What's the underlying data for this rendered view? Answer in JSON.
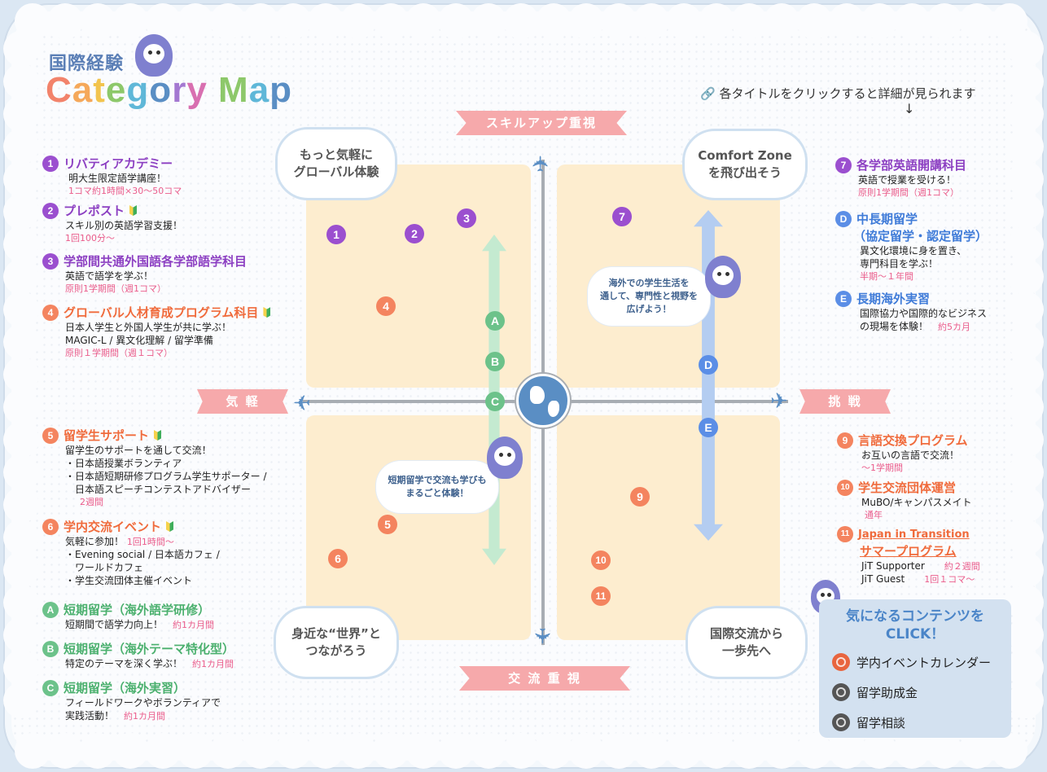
{
  "header": {
    "title_top": "国際経験",
    "title_letters": [
      "C",
      "a",
      "t",
      "e",
      "g",
      "o",
      "r",
      "y",
      " ",
      "M",
      "a",
      "p"
    ],
    "title_colors": [
      "#f2836b",
      "#f5a85a",
      "#f2c44e",
      "#8dc86a",
      "#5fb7d8",
      "#5a8ec4",
      "#a478d1",
      "#d86fb0",
      "#ffffff",
      "#8dc86a",
      "#5fb7d8",
      "#5a8ec4"
    ],
    "hint": "各タイトルをクリックすると詳細が見られます",
    "hint_arrow": "↓",
    "link_icon": "🔗"
  },
  "axes": {
    "top": "スキルアップ重視",
    "bottom": "交 流 重 視",
    "left": "気 軽",
    "right": "挑 戦"
  },
  "clouds": {
    "top_left": [
      "もっと気軽に",
      "グローバル体験"
    ],
    "top_right": [
      "Comfort Zone",
      "を飛び出そう"
    ],
    "bottom_left": [
      "身近な“世界”と",
      "つながろう"
    ],
    "bottom_right": [
      "国際交流から",
      "一歩先へ"
    ]
  },
  "bubbles": {
    "upper": [
      "海外での学生生活を",
      "通して、専門性と視野を",
      "広げよう！"
    ],
    "lower": [
      "短期留学で交流も学びも",
      "まるごと体験！"
    ]
  },
  "markers": {
    "m1": "1",
    "m2": "2",
    "m3": "3",
    "m4": "4",
    "m5": "5",
    "m6": "6",
    "m7": "7",
    "m9": "9",
    "m10": "10",
    "m11": "11",
    "a": "A",
    "b": "B",
    "c": "C",
    "d": "D",
    "e": "E"
  },
  "left_list": [
    {
      "badge": "1",
      "title": "リバティアカデミー",
      "lines": [
        "明大生限定語学講座！"
      ],
      "pink": [
        "1コマ約1時間×30～50コマ"
      ]
    },
    {
      "badge": "2",
      "title": "プレポスト",
      "lines": [
        "スキル別の英語学習支援！"
      ],
      "pink": [
        "1回100分～"
      ]
    },
    {
      "badge": "3",
      "title": "学部間共通外国語各学部語学科目",
      "lines": [
        "英語で語学を学ぶ！"
      ],
      "pink": [
        "原則1学期間（週1コマ）"
      ]
    },
    {
      "badge": "4",
      "title": "グローバル人材育成プログラム科目",
      "lines": [
        "日本人学生と外国人学生が共に学ぶ！",
        "MAGIC-L / 異文化理解 / 留学準備"
      ],
      "pink": [
        "原則１学期間（週１コマ）"
      ]
    },
    {
      "badge": "5",
      "title": "留学生サポート",
      "lines": [
        "留学生のサポートを通して交流！",
        "・日本語授業ボランティア",
        "・日本語短期研修プログラム学生サポーター /",
        "　日本語スピーチコンテストアドバイザー"
      ],
      "pink": [
        "2週間"
      ]
    },
    {
      "badge": "6",
      "title": "学内交流イベント",
      "lines": [
        "気軽に参加！",
        "・Evening social / 日本語カフェ /",
        "　ワールドカフェ",
        "・学生交流団体主催イベント"
      ],
      "pink": [
        "1回1時間～"
      ]
    },
    {
      "badge": "A",
      "title": "短期留学（海外語学研修）",
      "lines": [
        "短期間で語学力向上！"
      ],
      "pink": [
        "約1カ月間"
      ]
    },
    {
      "badge": "B",
      "title": "短期留学（海外テーマ特化型）",
      "lines": [
        "特定のテーマを深く学ぶ！"
      ],
      "pink": [
        "約1カ月間"
      ]
    },
    {
      "badge": "C",
      "title": "短期留学（海外実習）",
      "lines": [
        "フィールドワークやボランティアで",
        "実践活動！"
      ],
      "pink": [
        "約1カ月間"
      ]
    }
  ],
  "right_list": [
    {
      "badge": "7",
      "title": "各学部英語開講科目",
      "lines": [
        "英語で授業を受ける！"
      ],
      "pink": [
        "原則1学期間（週1コマ）"
      ]
    },
    {
      "badge": "D",
      "title": "中長期留学",
      "title2": "（協定留学・認定留学）",
      "lines": [
        "異文化環境に身を置き、",
        "専門科目を学ぶ！"
      ],
      "pink": [
        "半期～１年間"
      ]
    },
    {
      "badge": "E",
      "title": "長期海外実習",
      "lines": [
        "国際協力や国際的なビジネス",
        "の現場を体験！"
      ],
      "pink": [
        "約5カ月"
      ]
    },
    {
      "badge": "9",
      "title": "言語交換プログラム",
      "lines": [
        "お互いの言語で交流！"
      ],
      "pink": [
        "～1学期間"
      ]
    },
    {
      "badge": "10",
      "title": "学生交流団体運営",
      "lines": [
        "MuBO/キャンパスメイト"
      ],
      "pink": [
        "通年"
      ]
    },
    {
      "badge": "11",
      "title": "Japan in Transition",
      "title2": "サマープログラム",
      "lines": [
        "JiT Supporter",
        "JiT Guest"
      ],
      "pink": [
        "約２週間",
        "1回１コマ～"
      ]
    }
  ],
  "cta": {
    "title1": "気になるコンテンツを",
    "title2": "CLICK！",
    "items": [
      "学内イベントカレンダー",
      "留学助成金",
      "留学相談"
    ]
  }
}
